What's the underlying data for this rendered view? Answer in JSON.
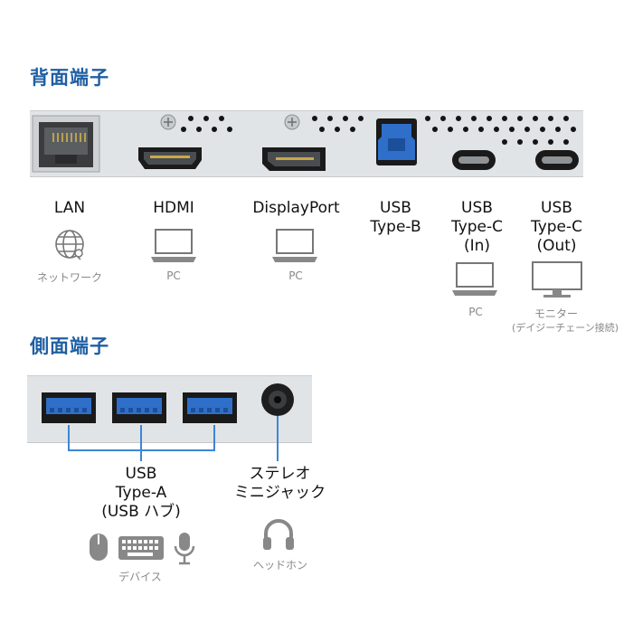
{
  "rear": {
    "title": "背面端子",
    "ports": {
      "lan": {
        "label": "LAN",
        "device": "ネットワーク"
      },
      "hdmi": {
        "label": "HDMI",
        "device": "PC"
      },
      "displayport": {
        "label": "DisplayPort",
        "device": "PC"
      },
      "usb_b": {
        "label_line1": "USB",
        "label_line2": "Type-B"
      },
      "usb_c_in": {
        "label_line1": "USB",
        "label_line2": "Type-C",
        "label_line3": "(In)",
        "device": "PC"
      },
      "usb_c_out": {
        "label_line1": "USB",
        "label_line2": "Type-C",
        "label_line3": "(Out)",
        "device": "モニター",
        "note": "(デイジーチェーン接続)"
      }
    }
  },
  "side": {
    "title": "側面端子",
    "usb_a": {
      "label_line1": "USB",
      "label_line2": "Type-A",
      "label_line3": "(USB ハブ)",
      "device": "デバイス"
    },
    "audio": {
      "label_line1": "ステレオ",
      "label_line2": "ミニジャック",
      "device": "ヘッドホン"
    }
  },
  "colors": {
    "title": "#1f5fa3",
    "usb3_blue": "#2f6fc9",
    "panel": "#e1e4e6",
    "hub_line": "#3d86d6"
  },
  "icons": [
    "globe-icon",
    "laptop-icon",
    "monitor-icon",
    "mouse-icon",
    "keyboard-icon",
    "microphone-icon",
    "headphones-icon"
  ]
}
